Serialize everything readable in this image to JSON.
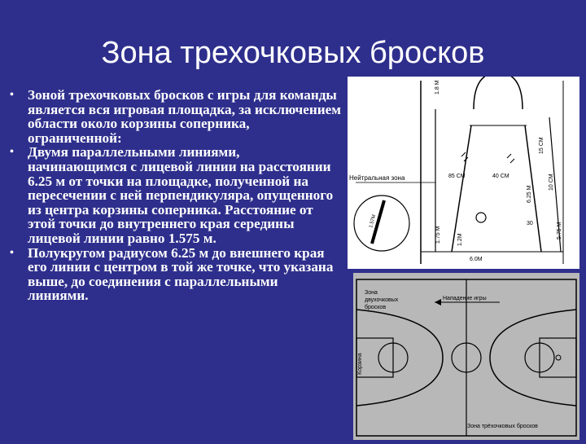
{
  "slide": {
    "title": "Зона трехочковых бросков",
    "bullets": [
      "Зоной трехочковых бросков с игры для команды является вся игровая площадка, за исключением области около корзины соперника, ограниченной:",
      "Двумя параллельными линиями, начинающимся с лицевой линии на расстоянии 6.25 м от точки на площадке, полученной на пересечении с ней перпендикуляра, опущенного из центра корзины соперника. Расстояние от этой точки до внутреннего края середины лицевой линии равно 1.575 м.",
      "Полукругом радиусом 6.25 м до внешнего края его линии с центром в той же точке, что указана выше, до соединения с параллельными линиями."
    ]
  },
  "diagram_top": {
    "labels": {
      "neutral_zone": "Нейтральная зона",
      "d_18m": "1.8 М",
      "d_85cm": "85 СМ",
      "d_40cm": "40 СМ",
      "d_625m": "6.25 М",
      "d_175m": "1.75 М",
      "d_12m": "1.2М",
      "d_6m": "6.0М",
      "d_30": "30",
      "d_15cm": "15 СМ",
      "d_10cm": "10 СМ",
      "d_575m": "5.75 М",
      "d_157m": "1.57М"
    }
  },
  "diagram_bottom": {
    "labels": {
      "three_zone_a": "Зона",
      "three_zone_b": "двухочковых",
      "three_zone_c": "бросков",
      "attack_dir": "Нападение игры",
      "basket": "Корзина",
      "three_zone_d": "Зона трёхочковых бросков"
    }
  },
  "colors": {
    "background": "#2e2f8c",
    "text": "#ffffff",
    "court": "#b8b8b8"
  }
}
